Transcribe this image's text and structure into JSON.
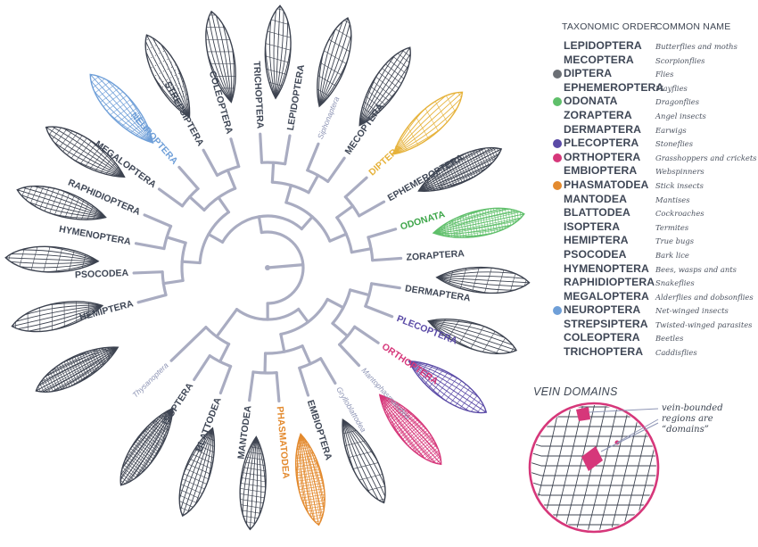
{
  "legend": {
    "header_order": "TAXONOMIC ORDER",
    "header_common": "COMMON NAME",
    "rows": [
      {
        "order": "LEPIDOPTERA",
        "common": "Butterflies and moths",
        "dot": ""
      },
      {
        "order": "MECOPTERA",
        "common": "Scorpionflies",
        "dot": ""
      },
      {
        "order": "DIPTERA",
        "common": "Flies",
        "dot": "#6b6f75"
      },
      {
        "order": "EPHEMEROPTERA",
        "common": "Mayflies",
        "dot": ""
      },
      {
        "order": "ODONATA",
        "common": "Dragonflies",
        "dot": "#5fbf6a"
      },
      {
        "order": "ZORAPTERA",
        "common": "Angel insects",
        "dot": ""
      },
      {
        "order": "DERMAPTERA",
        "common": "Earwigs",
        "dot": ""
      },
      {
        "order": "PLECOPTERA",
        "common": "Stoneflies",
        "dot": "#5a4aa6"
      },
      {
        "order": "ORTHOPTERA",
        "common": "Grasshoppers and crickets",
        "dot": "#d6377a"
      },
      {
        "order": "EMBIOPTERA",
        "common": "Webspinners",
        "dot": ""
      },
      {
        "order": "PHASMATODEA",
        "common": "Stick insects",
        "dot": "#e38a2e"
      },
      {
        "order": "MANTODEA",
        "common": "Mantises",
        "dot": ""
      },
      {
        "order": "BLATTODEA",
        "common": "Cockroaches",
        "dot": ""
      },
      {
        "order": "ISOPTERA",
        "common": "Termites",
        "dot": ""
      },
      {
        "order": "HEMIPTERA",
        "common": "True bugs",
        "dot": ""
      },
      {
        "order": "PSOCODEA",
        "common": "Bark lice",
        "dot": ""
      },
      {
        "order": "HYMENOPTERA",
        "common": "Bees, wasps and ants",
        "dot": ""
      },
      {
        "order": "RAPHIDIOPTERA",
        "common": "Snakeflies",
        "dot": ""
      },
      {
        "order": "MEGALOPTERA",
        "common": "Alderflies and dobsonflies",
        "dot": ""
      },
      {
        "order": "NEUROPTERA",
        "common": "Net-winged insects",
        "dot": "#6f9fd8"
      },
      {
        "order": "STREPSIPTERA",
        "common": "Twisted-winged parasites",
        "dot": ""
      },
      {
        "order": "COLEOPTERA",
        "common": "Beetles",
        "dot": ""
      },
      {
        "order": "TRICHOPTERA",
        "common": "Caddisflies",
        "dot": ""
      }
    ]
  },
  "vein_domains": {
    "title": "VEIN DOMAINS",
    "note": "vein-bounded regions are “domains”",
    "highlight_color": "#d6377a"
  },
  "tree": {
    "branch_color": "#a9acc1",
    "label_color": "#3f4756",
    "faint_label_color": "#8e95b5",
    "leaves": [
      {
        "label": "HEMIPTERA",
        "color": "",
        "faint": false
      },
      {
        "label": "PSOCODEA",
        "color": "",
        "faint": false
      },
      {
        "label": "HYMENOPTERA",
        "color": "",
        "faint": false
      },
      {
        "label": "RAPHIDIOPTERA",
        "color": "",
        "faint": false
      },
      {
        "label": "MEGALOPTERA",
        "color": "",
        "faint": false
      },
      {
        "label": "NEUROPTERA",
        "color": "#6f9fd8",
        "faint": false
      },
      {
        "label": "STREPSIPTERA",
        "color": "",
        "faint": false
      },
      {
        "label": "COLEOPTERA",
        "color": "",
        "faint": false
      },
      {
        "label": "TRICHOPTERA",
        "color": "",
        "faint": false
      },
      {
        "label": "LEPIDOPTERA",
        "color": "",
        "faint": false
      },
      {
        "label": "Siphonaptera",
        "color": "",
        "faint": true
      },
      {
        "label": "MECOPTERA",
        "color": "",
        "faint": false
      },
      {
        "label": "DIPTERA",
        "color": "#e6b23a",
        "faint": false
      },
      {
        "label": "EPHEMEROPTERA",
        "color": "",
        "faint": false
      },
      {
        "label": "ODONATA",
        "color": "#3ea64a",
        "faint": false
      },
      {
        "label": "ZORAPTERA",
        "color": "",
        "faint": false
      },
      {
        "label": "DERMAPTERA",
        "color": "",
        "faint": false
      },
      {
        "label": "PLECOPTERA",
        "color": "#5a4aa6",
        "faint": false
      },
      {
        "label": "ORTHOPTERA",
        "color": "#d6377a",
        "faint": false
      },
      {
        "label": "Mantophasmatodea",
        "color": "",
        "faint": true
      },
      {
        "label": "Grylloblattodea",
        "color": "",
        "faint": true
      },
      {
        "label": "EMBIOPTERA",
        "color": "",
        "faint": false
      },
      {
        "label": "PHASMATODEA",
        "color": "#e38a2e",
        "faint": false
      },
      {
        "label": "MANTODEA",
        "color": "",
        "faint": false
      },
      {
        "label": "BLATTODEA",
        "color": "",
        "faint": false
      },
      {
        "label": "ISOPTERA",
        "color": "",
        "faint": false
      },
      {
        "label": "Thysanoptera",
        "color": "",
        "faint": true
      }
    ]
  },
  "wings": [
    {
      "order": "HEMIPTERA",
      "color": "#3d4350",
      "style": "dense"
    },
    {
      "order": "PSOCODEA",
      "color": "#3d4350",
      "style": "sparse"
    },
    {
      "order": "HYMENOPTERA",
      "color": "#3d4350",
      "style": "sparse"
    },
    {
      "order": "RAPHIDIOPTERA",
      "color": "#3d4350",
      "style": "mesh"
    },
    {
      "order": "MEGALOPTERA",
      "color": "#3d4350",
      "style": "mesh"
    },
    {
      "order": "NEUROPTERA",
      "color": "#6f9fd8",
      "style": "mesh"
    },
    {
      "order": "STREPSIPTERA",
      "color": "#3d4350",
      "style": "dots"
    },
    {
      "order": "COLEOPTERA",
      "color": "#3d4350",
      "style": "sparse"
    },
    {
      "order": "TRICHOPTERA",
      "color": "#3d4350",
      "style": "sparse"
    },
    {
      "order": "LEPIDOPTERA",
      "color": "#3d4350",
      "style": "sparse"
    },
    {
      "order": "MECOPTERA",
      "color": "#3d4350",
      "style": "mesh"
    },
    {
      "order": "DIPTERA",
      "color": "#e6b23a",
      "style": "sparse"
    },
    {
      "order": "EPHEMEROPTERA",
      "color": "#3d4350",
      "style": "dense"
    },
    {
      "order": "ODONATA",
      "color": "#5fbf6a",
      "style": "dense"
    },
    {
      "order": "ZORAPTERA",
      "color": "#3d4350",
      "style": "sparse"
    },
    {
      "order": "DERMAPTERA",
      "color": "#3d4350",
      "style": "sparse"
    },
    {
      "order": "PLECOPTERA",
      "color": "#5a4aa6",
      "style": "mesh"
    },
    {
      "order": "ORTHOPTERA",
      "color": "#d6377a",
      "style": "dense"
    },
    {
      "order": "EMBIOPTERA",
      "color": "#3d4350",
      "style": "sparse"
    },
    {
      "order": "PHASMATODEA",
      "color": "#e38a2e",
      "style": "dense"
    },
    {
      "order": "MANTODEA",
      "color": "#3d4350",
      "style": "mesh"
    },
    {
      "order": "BLATTODEA",
      "color": "#3d4350",
      "style": "mesh"
    },
    {
      "order": "ISOPTERA",
      "color": "#3d4350",
      "style": "dense"
    }
  ]
}
